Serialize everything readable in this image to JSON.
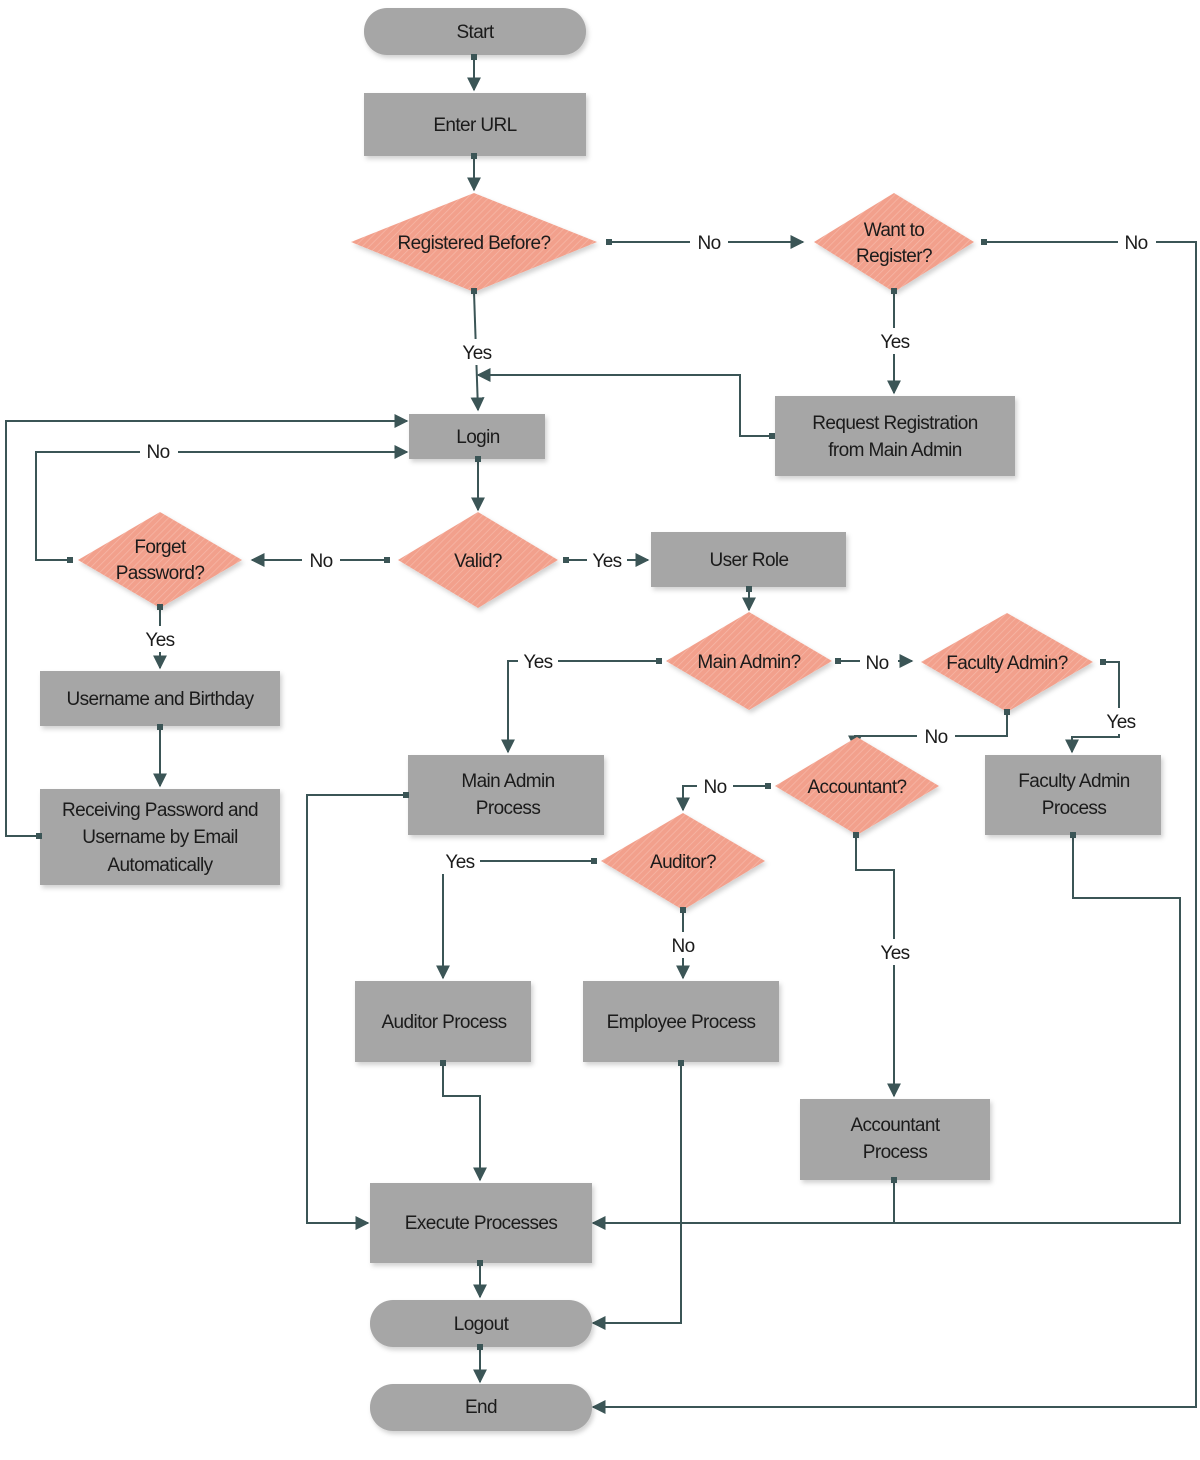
{
  "colors": {
    "process_fill": "#a6a6a6",
    "decision_fill": "#f2a08c",
    "connector": "#3b5556",
    "text": "#1b1b1b"
  },
  "nodes": {
    "start": "Start",
    "enter_url": "Enter URL",
    "registered_before": "Registered Before?",
    "want_to_register": [
      "Want to",
      "Register?"
    ],
    "request_registration": [
      "Request Registration",
      "from Main Admin"
    ],
    "login": "Login",
    "valid": "Valid?",
    "forget_password": [
      "Forget",
      "Password?"
    ],
    "user_role": "User Role",
    "username_birthday": "Username and Birthday",
    "receiving_password": [
      "Receiving Password and",
      "Username by Email",
      "Automatically"
    ],
    "main_admin_q": "Main Admin?",
    "faculty_admin_q": "Faculty Admin?",
    "main_admin_process": [
      "Main Admin",
      "Process"
    ],
    "accountant_q": "Accountant?",
    "faculty_admin_process": [
      "Faculty Admin",
      "Process"
    ],
    "auditor_q": "Auditor?",
    "auditor_process": "Auditor Process",
    "employee_process": "Employee Process",
    "accountant_process": [
      "Accountant",
      "Process"
    ],
    "execute_processes": "Execute Processes",
    "logout": "Logout",
    "end": "End"
  },
  "edge_labels": {
    "registered_no": "No",
    "register_no": "No",
    "registered_yes": "Yes",
    "register_yes": "Yes",
    "login_no": "No",
    "valid_no": "No",
    "valid_yes": "Yes",
    "forget_yes": "Yes",
    "main_admin_yes": "Yes",
    "main_admin_no": "No",
    "faculty_yes": "Yes",
    "faculty_no": "No",
    "accountant_no": "No",
    "auditor_yes": "Yes",
    "auditor_no": "No",
    "accountant_yes": "Yes"
  }
}
